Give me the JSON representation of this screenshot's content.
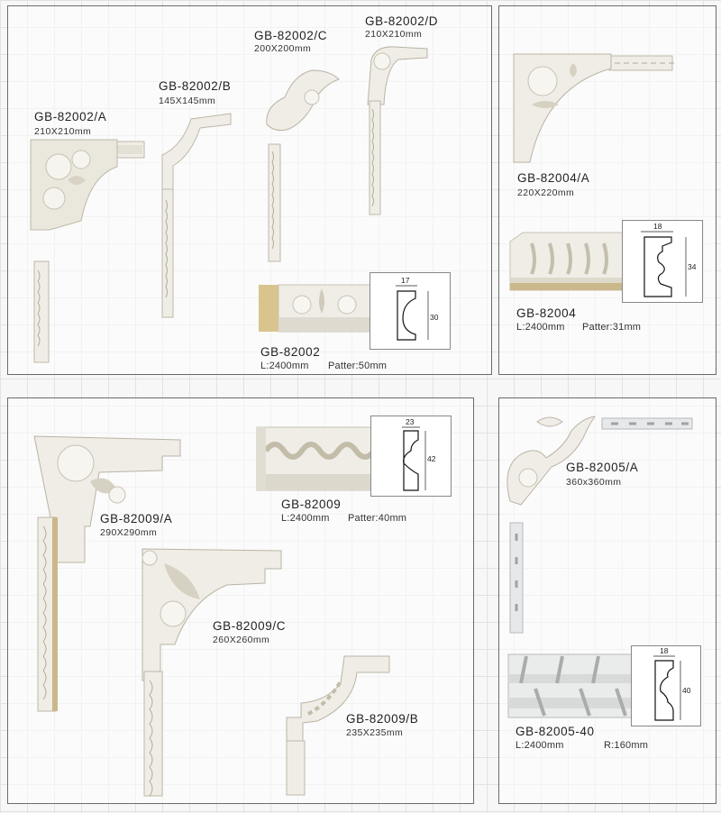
{
  "products": {
    "p1": {
      "code": "GB-82002/A",
      "size": "210X210mm"
    },
    "p2": {
      "code": "GB-82002/B",
      "size": "145X145mm"
    },
    "p3": {
      "code": "GB-82002/C",
      "size": "200X200mm"
    },
    "p4": {
      "code": "GB-82002/D",
      "size": "210X210mm"
    },
    "p5": {
      "code": "GB-82002",
      "length": "L:2400mm",
      "pattern": "Patter:50mm",
      "w": "17",
      "h": "30"
    },
    "p6": {
      "code": "GB-82004/A",
      "size": "220X220mm"
    },
    "p7": {
      "code": "GB-82004",
      "length": "L:2400mm",
      "pattern": "Patter:31mm",
      "w": "18",
      "h": "34"
    },
    "p8": {
      "code": "GB-82009",
      "length": "L:2400mm",
      "pattern": "Patter:40mm",
      "w": "23",
      "h": "42"
    },
    "p9": {
      "code": "GB-82009/A",
      "size": "290X290mm"
    },
    "p10": {
      "code": "GB-82009/C",
      "size": "260X260mm"
    },
    "p11": {
      "code": "GB-82009/B",
      "size": "235X235mm"
    },
    "p12": {
      "code": "GB-82005/A",
      "size": "360x360mm"
    },
    "p13": {
      "code": "GB-82005-40",
      "length": "L:2400mm",
      "radius": "R:160mm",
      "w": "18",
      "h": "40"
    }
  },
  "colors": {
    "border": "#6b6b6b",
    "plaster": "#efede6",
    "plaster_shadow": "#bdb8a8",
    "grid": "#e2e2e2"
  }
}
